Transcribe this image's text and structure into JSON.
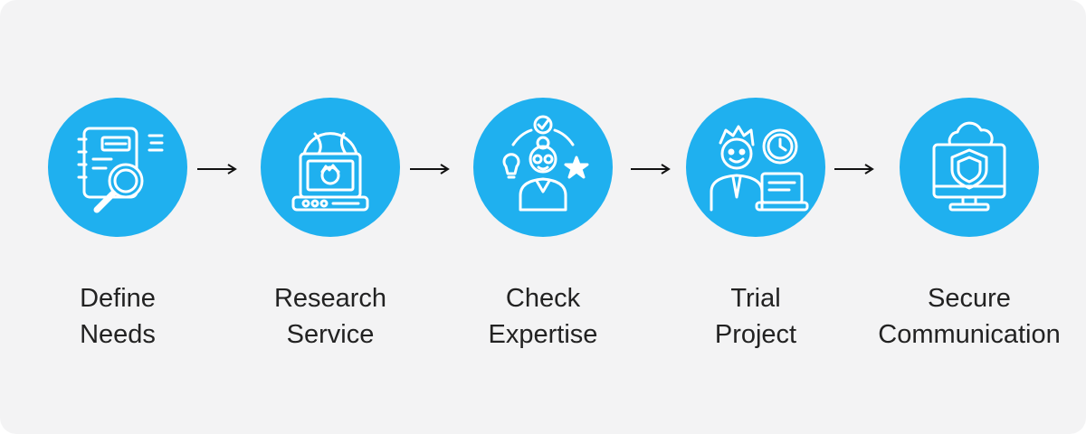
{
  "colors": {
    "panel": "#f3f3f4",
    "circle": "#1fb0ef",
    "icon": "#ffffff",
    "text": "#222222",
    "arrow": "#111111"
  },
  "steps": [
    {
      "icon": "notebook-magnifier-icon",
      "lines": [
        "Define",
        "Needs"
      ]
    },
    {
      "icon": "globe-laptop-icon",
      "lines": [
        "Research",
        "Service"
      ]
    },
    {
      "icon": "expert-woman-icon",
      "lines": [
        "Check",
        "Expertise"
      ]
    },
    {
      "icon": "worker-clock-laptop-icon",
      "lines": [
        "Trial",
        "Project"
      ]
    },
    {
      "icon": "shield-monitor-icon",
      "lines": [
        "Secure",
        "Communication"
      ]
    }
  ]
}
